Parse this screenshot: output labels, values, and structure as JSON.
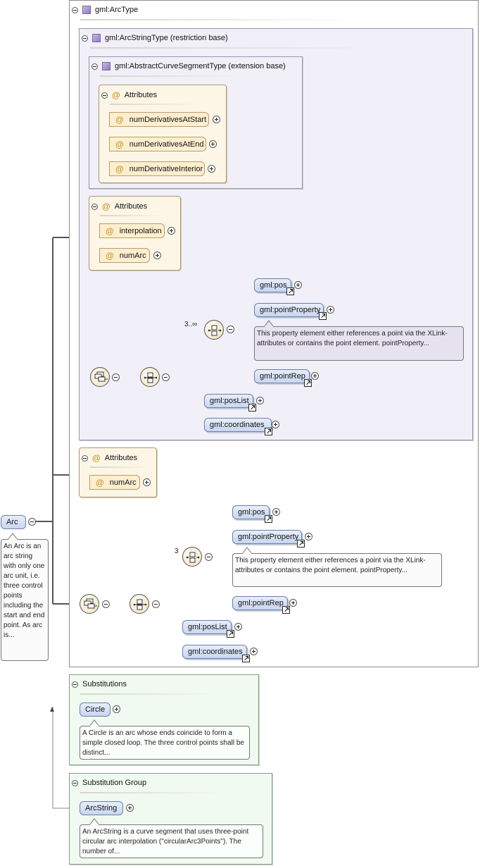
{
  "root": {
    "element": "Arc",
    "description": "An Arc is an arc string with only one arc unit, i.e. three control points including the start and end point. As arc is..."
  },
  "type_box": {
    "title": "gml:ArcType",
    "restriction_box": {
      "title": "gml:ArcStringType (restriction base)",
      "extension_box": {
        "title": "gml:AbstractCurveSegmentType (extension base)",
        "attributes_title": "Attributes",
        "attributes": [
          "numDerivativesAtStart",
          "numDerivativesAtEnd",
          "numDerivativeInterior"
        ]
      },
      "attributes_title": "Attributes",
      "attributes": [
        "interpolation",
        "numArc"
      ],
      "choice_occurrence": "3..∞",
      "elements": {
        "pos": "gml:pos",
        "pointProperty": "gml:pointProperty",
        "pointProperty_note": "This property element either references a point via the XLink-attributes or contains the point element. pointProperty...",
        "pointRep": "gml:pointRep",
        "posList": "gml:posList",
        "coordinates": "gml:coordinates"
      }
    },
    "attributes_title": "Attributes",
    "attributes": [
      "numArc"
    ],
    "choice_occurrence": "3",
    "elements": {
      "pos": "gml:pos",
      "pointProperty": "gml:pointProperty",
      "pointProperty_note": "This property element either references a point via the XLink-attributes or contains the point element. pointProperty...",
      "pointRep": "gml:pointRep",
      "posList": "gml:posList",
      "coordinates": "gml:coordinates"
    }
  },
  "substitutions": {
    "title": "Substitutions",
    "element": "Circle",
    "note": "A Circle is an arc whose ends coincide to form a simple closed loop. The three control points shall be distinct..."
  },
  "substitution_group": {
    "title": "Substitution Group",
    "element": "ArcString",
    "note": "An ArcString is a curve segment that uses three-point circular arc interpolation (\"circularArc3Points\"). The number of..."
  },
  "colors": {
    "type_box_bg": "#f1eff8",
    "attributes_bg": "#fdf6e6",
    "element_fill": "#d6e0f5",
    "substitution_bg": "#f0faf0"
  }
}
